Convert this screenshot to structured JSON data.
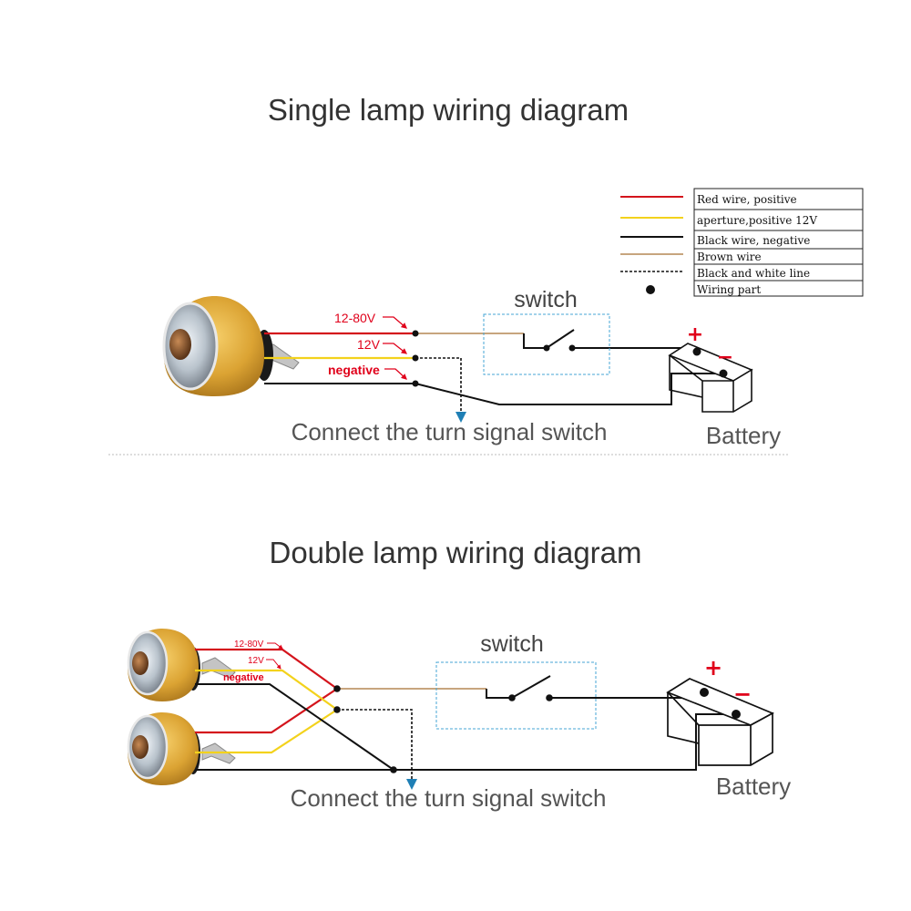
{
  "colors": {
    "red_wire": "#d4141c",
    "yellow_wire": "#f3d21c",
    "black_wire": "#111111",
    "brown_wire": "#c7a57e",
    "switch_box": "#44a6d6",
    "signal_arrow": "#1f7fb5",
    "lamp_gold": "#dba333",
    "label_red": "#e0001a"
  },
  "single": {
    "title": "Single lamp wiring diagram",
    "label_12_80v": "12-80V",
    "label_12v": "12V",
    "label_negative": "negative",
    "switch_label": "switch",
    "turn_signal_label": "Connect the turn signal switch",
    "battery_label": "Battery",
    "plus": "+",
    "minus": "−"
  },
  "double": {
    "title": "Double lamp wiring diagram",
    "label_12_80v": "12-80V",
    "label_12v": "12V",
    "label_negative": "negative",
    "switch_label": "switch",
    "turn_signal_label": "Connect the turn signal switch",
    "battery_label": "Battery",
    "plus": "+",
    "minus": "−"
  },
  "legend": [
    {
      "text": "Red wire, positive",
      "symbol": "red-line"
    },
    {
      "text": "aperture,positive 12V",
      "symbol": "yellow-line"
    },
    {
      "text": "Black wire, negative",
      "symbol": "black-line"
    },
    {
      "text": "Brown wire",
      "symbol": "brown-line"
    },
    {
      "text": "Black and white line",
      "symbol": "dashed-line"
    },
    {
      "text": "Wiring part",
      "symbol": "dot"
    }
  ]
}
